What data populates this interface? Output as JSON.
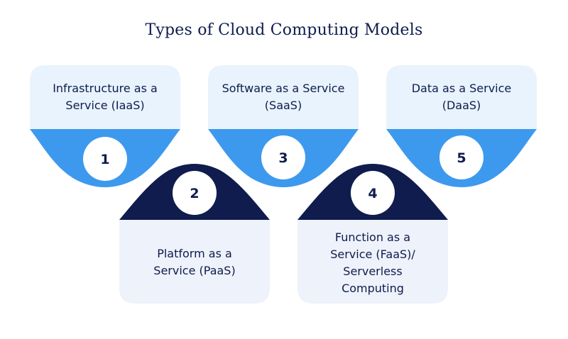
{
  "title": "Types of Cloud Computing Models",
  "colors": {
    "title_text": "#0f1c4d",
    "card_top_fill": "#e8f3fd",
    "card_bottom_fill": "#eef2fa",
    "funnel_light_blue": "#3d99ee",
    "funnel_dark_navy": "#0f1c4d",
    "number_circle": "#ffffff",
    "number_text": "#0f1c4d",
    "label_text": "#0f1c4d"
  },
  "items": [
    {
      "number": "1",
      "lines": [
        "Infrastructure as a",
        "Service (IaaS)"
      ],
      "row": "top",
      "style": "light-blue"
    },
    {
      "number": "2",
      "lines": [
        "Platform as a",
        "Service (PaaS)"
      ],
      "row": "bottom",
      "style": "dark-navy"
    },
    {
      "number": "3",
      "lines": [
        "Software as a Service",
        "(SaaS)"
      ],
      "row": "top",
      "style": "light-blue"
    },
    {
      "number": "4",
      "lines": [
        "Function as a",
        "Service (FaaS)/",
        "Serverless",
        "Computing"
      ],
      "row": "bottom",
      "style": "dark-navy"
    },
    {
      "number": "5",
      "lines": [
        "Data as a Service",
        "(DaaS)"
      ],
      "row": "top",
      "style": "light-blue"
    }
  ]
}
